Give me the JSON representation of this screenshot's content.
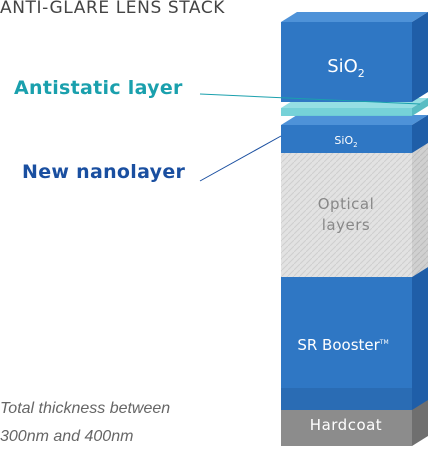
{
  "heading": "ANTI-GLARE LENS STACK",
  "callouts": {
    "antistatic": "Antistatic layer",
    "nanolayer": "New nanolayer"
  },
  "note": {
    "line1": "Total thickness between",
    "line2": "300nm and 400nm"
  },
  "layers": {
    "sio2_top": {
      "main": "SiO",
      "sub": "2"
    },
    "sio2_thin": {
      "main": "SiO",
      "sub": "2"
    },
    "optical_line1": "Optical",
    "optical_line2": "layers",
    "sr_booster": {
      "main": "SR Booster",
      "mark": "TM"
    },
    "hardcoat": "Hardcoat"
  },
  "colors": {
    "blue": "#2f77c4",
    "antistatic": "#6fd0d6",
    "optical": "#e0e0e0",
    "hardcoat": "#8c8c8c",
    "teal_label": "#1aa0ad",
    "navy_label": "#1a4fa0"
  }
}
